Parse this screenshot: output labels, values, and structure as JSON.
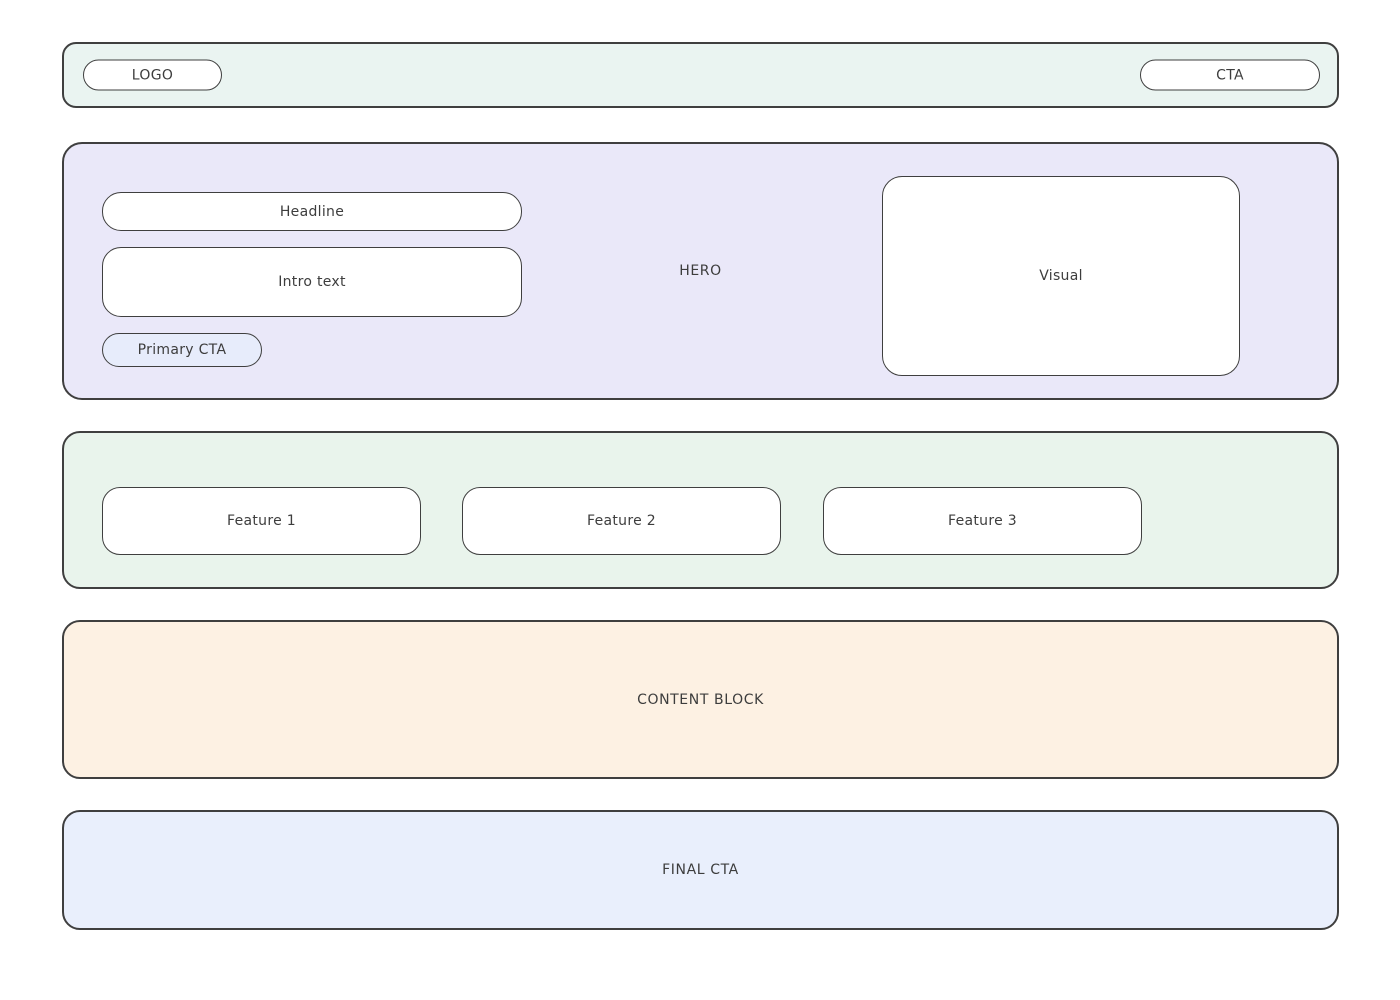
{
  "page": {
    "background": "#ffffff",
    "border_color": "#3f3f3f",
    "text_color": "#3d3d3d"
  },
  "header": {
    "bg": "#eaf4f1",
    "logo_label": "LOGO",
    "cta_label": "CTA"
  },
  "hero": {
    "bg": "#eae8f9",
    "label": "HERO",
    "headline_label": "Headline",
    "intro_label": "Intro text",
    "primary_cta_label": "Primary CTA",
    "primary_cta_bg": "#e7ecfb",
    "visual_label": "Visual"
  },
  "features": {
    "bg": "#e9f4ec",
    "items": [
      {
        "label": "Feature 1"
      },
      {
        "label": "Feature 2"
      },
      {
        "label": "Feature 3"
      }
    ]
  },
  "content_block": {
    "bg": "#fdf1e3",
    "label": "CONTENT BLOCK"
  },
  "final_cta": {
    "bg": "#e9effc",
    "label": "FINAL CTA"
  }
}
